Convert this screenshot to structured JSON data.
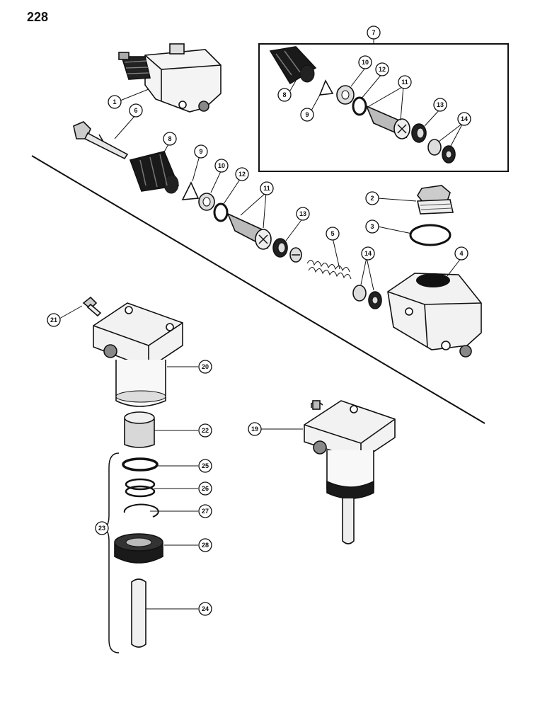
{
  "page_number": "228",
  "callouts": [
    {
      "id": "c1",
      "label": "1"
    },
    {
      "id": "c2",
      "label": "2"
    },
    {
      "id": "c3",
      "label": "3"
    },
    {
      "id": "c4",
      "label": "4"
    },
    {
      "id": "c5",
      "label": "5"
    },
    {
      "id": "c6",
      "label": "6"
    },
    {
      "id": "c7",
      "label": "7"
    },
    {
      "id": "c8a",
      "label": "8"
    },
    {
      "id": "c8b",
      "label": "8"
    },
    {
      "id": "c9a",
      "label": "9"
    },
    {
      "id": "c9b",
      "label": "9"
    },
    {
      "id": "c10a",
      "label": "10"
    },
    {
      "id": "c10b",
      "label": "10"
    },
    {
      "id": "c11a",
      "label": "11"
    },
    {
      "id": "c11b",
      "label": "11"
    },
    {
      "id": "c12a",
      "label": "12"
    },
    {
      "id": "c12b",
      "label": "12"
    },
    {
      "id": "c13a",
      "label": "13"
    },
    {
      "id": "c13b",
      "label": "13"
    },
    {
      "id": "c14a",
      "label": "14"
    },
    {
      "id": "c14b",
      "label": "14"
    },
    {
      "id": "c19",
      "label": "19"
    },
    {
      "id": "c20",
      "label": "20"
    },
    {
      "id": "c21",
      "label": "21"
    },
    {
      "id": "c22",
      "label": "22"
    },
    {
      "id": "c23",
      "label": "23"
    },
    {
      "id": "c24",
      "label": "24"
    },
    {
      "id": "c25",
      "label": "25"
    },
    {
      "id": "c26",
      "label": "26"
    },
    {
      "id": "c27",
      "label": "27"
    },
    {
      "id": "c28",
      "label": "28"
    }
  ]
}
